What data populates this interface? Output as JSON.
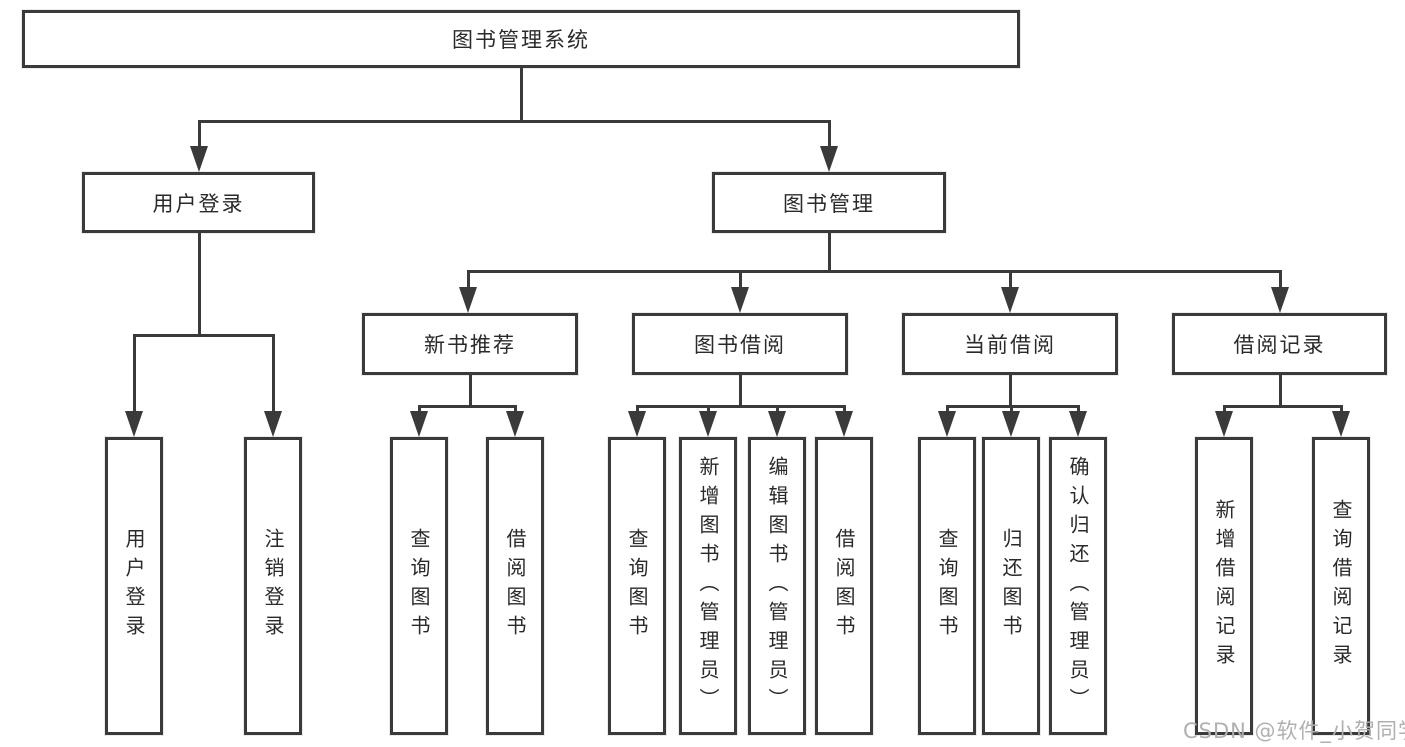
{
  "colors": {
    "line": "#3a3a3a",
    "text": "#2a2a2a",
    "background": "#ffffff",
    "watermark": "#b0b0b0"
  },
  "diagram": {
    "root": {
      "label": "图书管理系统"
    },
    "user_login": {
      "label": "用户登录",
      "children": [
        "用户登录",
        "注销登录"
      ]
    },
    "book_management": {
      "label": "图书管理",
      "new_book_recommendation": {
        "label": "新书推荐",
        "children": [
          "查询图书",
          "借阅图书"
        ]
      },
      "book_borrowing": {
        "label": "图书借阅",
        "children": [
          "查询图书",
          "新增图书（管理员）",
          "编辑图书（管理员）",
          "借阅图书"
        ]
      },
      "current_borrowing": {
        "label": "当前借阅",
        "children": [
          "查询图书",
          "归还图书",
          "确认归还（管理员）"
        ]
      },
      "borrowing_records": {
        "label": "借阅记录",
        "children": [
          "新增借阅记录",
          "查询借阅记录"
        ]
      }
    }
  },
  "watermark": {
    "text": "CSDN @软件_小贺同学"
  }
}
